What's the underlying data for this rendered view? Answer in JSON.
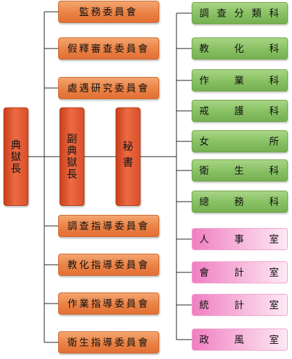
{
  "head": {
    "title": "典獄長"
  },
  "deputy": {
    "title": "副典獄長"
  },
  "secretary": {
    "title": "秘書"
  },
  "committees": [
    {
      "label": "監務委員會"
    },
    {
      "label": "假釋審查委員會"
    },
    {
      "label": "處遇研究委員會"
    },
    {
      "label": "調查指導委員會"
    },
    {
      "label": "教化指導委員會"
    },
    {
      "label": "作業指導委員會"
    },
    {
      "label": "衛生指導委員會"
    }
  ],
  "sections": [
    {
      "label": "調查分類科",
      "group": "科"
    },
    {
      "label": "教化科",
      "group": "科"
    },
    {
      "label": "作業科",
      "group": "科"
    },
    {
      "label": "戒護科",
      "group": "科"
    },
    {
      "label": "女所",
      "group": "科"
    },
    {
      "label": "衛生科",
      "group": "科"
    },
    {
      "label": "總務科",
      "group": "科"
    },
    {
      "label": "人事室",
      "group": "室"
    },
    {
      "label": "會計室",
      "group": "室"
    },
    {
      "label": "統計室",
      "group": "室"
    },
    {
      "label": "政風室",
      "group": "室"
    }
  ],
  "colors": {
    "executive": "#e25a32",
    "committee": "#ea8245",
    "section": "#87c062",
    "office": "#f7b6db",
    "connector": "#222222"
  }
}
